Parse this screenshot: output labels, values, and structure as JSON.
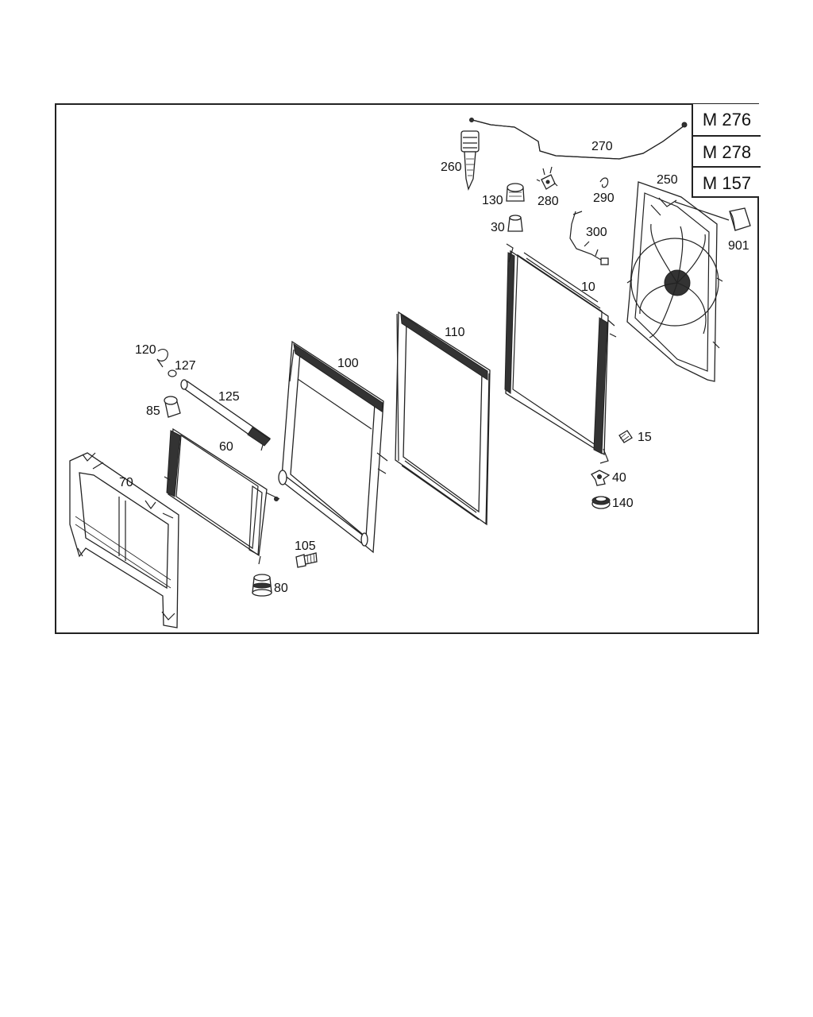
{
  "engine_codes": [
    "M 276",
    "M 278",
    "M 157"
  ],
  "callouts": {
    "p270": "270",
    "p260": "260",
    "p130": "130",
    "p280": "280",
    "p290": "290",
    "p250": "250",
    "p30": "30",
    "p300": "300",
    "p901": "901",
    "p10": "10",
    "p110": "110",
    "p100": "100",
    "p120": "120",
    "p127": "127",
    "p125": "125",
    "p85": "85",
    "p60": "60",
    "p70": "70",
    "p15": "15",
    "p40": "40",
    "p140": "140",
    "p105": "105",
    "p80": "80"
  }
}
